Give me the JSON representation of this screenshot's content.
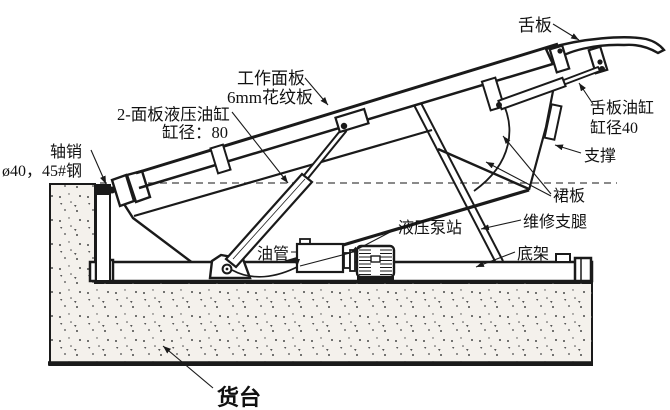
{
  "colors": {
    "line": "#1a1a1a",
    "concrete_fill": "#f4f1ec",
    "background": "#ffffff"
  },
  "labels": {
    "tongue_plate": "舌板",
    "work_panel_1": "工作面板",
    "work_panel_2": "6mm花纹板",
    "main_cylinder_1": "2-面板液压油缸",
    "main_cylinder_2": "缸径：80",
    "axle_pin_1": "轴销",
    "axle_pin_2": "ø40，45#钢",
    "tongue_cylinder_1": "舌板油缸",
    "tongue_cylinder_2": "缸径40",
    "support": "支撑",
    "skirt_plate": "裙板",
    "maintenance_leg": "维修支腿",
    "pump_station": "液压泵站",
    "oil_pipe": "油管",
    "base_frame": "底架",
    "platform": "货台"
  }
}
